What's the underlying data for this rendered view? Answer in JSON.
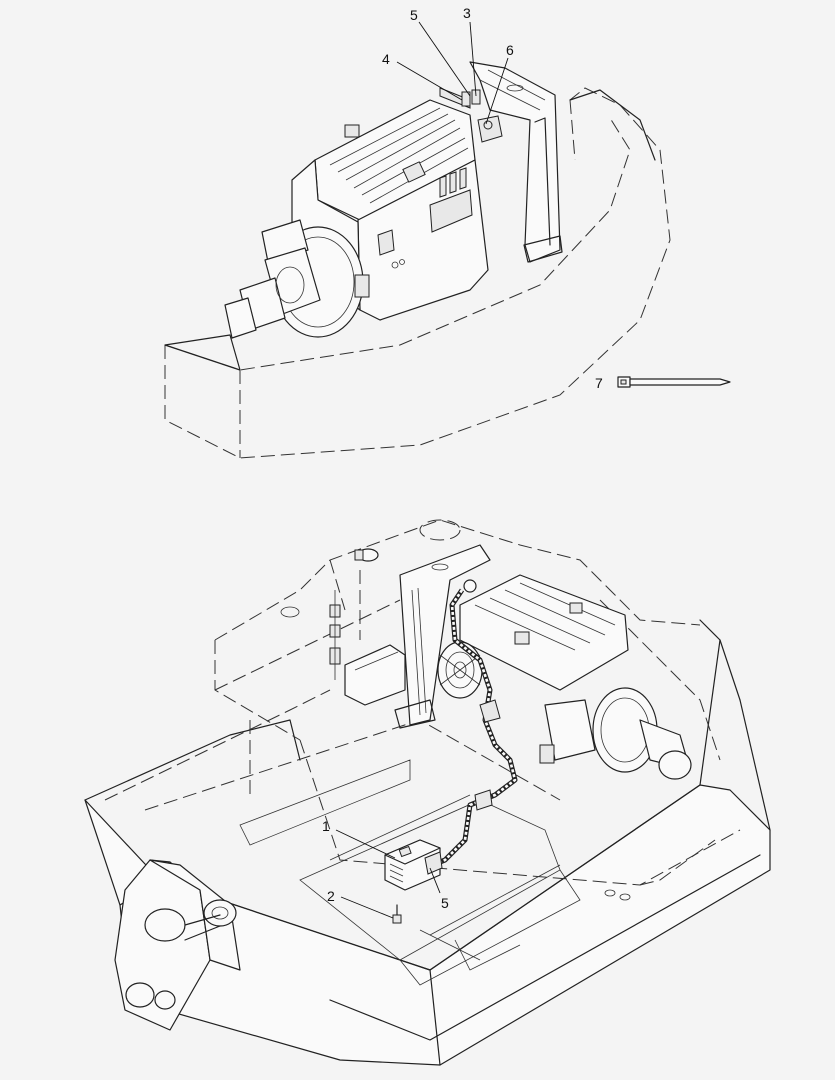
{
  "callouts": {
    "top": [
      {
        "label": "5"
      },
      {
        "label": "3"
      },
      {
        "label": "6"
      },
      {
        "label": "4"
      }
    ],
    "tie": {
      "label": "7"
    },
    "bottom": [
      {
        "label": "1"
      },
      {
        "label": "2"
      },
      {
        "label": "5"
      }
    ]
  }
}
